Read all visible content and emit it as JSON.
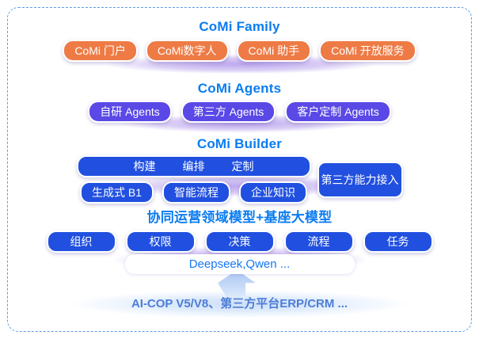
{
  "sections": {
    "family": {
      "title": "CoMi Family",
      "buttons": [
        "CoMi 门户",
        "CoMi数字人",
        "CoMi 助手",
        "CoMi 开放服务"
      ]
    },
    "agents": {
      "title": "CoMi Agents",
      "buttons": [
        "自研 Agents",
        "第三方 Agents",
        "客户定制 Agents"
      ]
    },
    "builder": {
      "title": "CoMi Builder",
      "top_segments": [
        "构建",
        "编排",
        "定制"
      ],
      "row_buttons": [
        "生成式 B1",
        "智能流程",
        "企业知识"
      ],
      "side_button": "第三方能力接入"
    },
    "model": {
      "title": "协同运营领域模型+基座大模型",
      "buttons": [
        "组织",
        "权限",
        "决策",
        "流程",
        "任务"
      ],
      "models_bar": "Deepseek,Qwen ..."
    },
    "base": {
      "label": "AI-COP V5/V8、第三方平台ERP/CRM ..."
    }
  },
  "colors": {
    "title_blue": "#0b7cf0",
    "node_orange": "#ee7b45",
    "node_purple": "#5a49e6",
    "node_blue": "#2150e0",
    "base_text_blue": "#4d7dd6",
    "frame_dash_blue": "#5b9bea"
  }
}
